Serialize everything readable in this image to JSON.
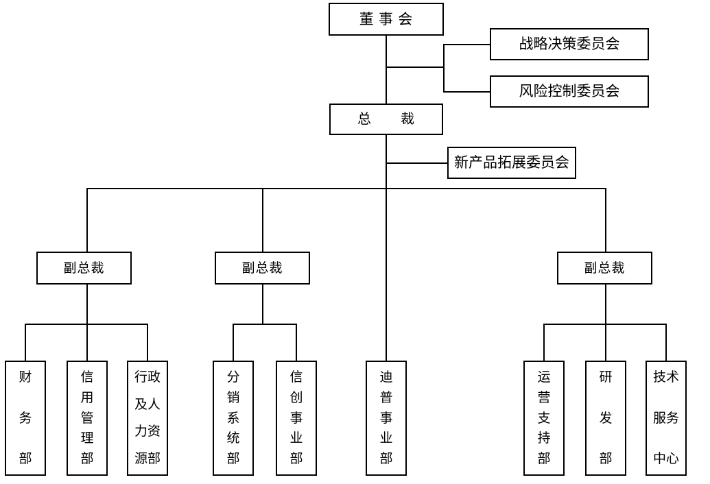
{
  "diagram": {
    "type": "organization-chart",
    "colors": {
      "line": "#000000",
      "box_border": "#000000",
      "background": "#ffffff",
      "text": "#000000"
    },
    "nodes": {
      "board": {
        "label": "董 事 会"
      },
      "strategy_committee": {
        "label": "战略决策委员会"
      },
      "risk_committee": {
        "label": "风险控制委员会"
      },
      "president": {
        "label": "总　　裁"
      },
      "new_product_committee": {
        "label": "新产品拓展委员会"
      },
      "vp_left": {
        "label": "副总裁"
      },
      "vp_middle": {
        "label": "副总裁"
      },
      "vp_right": {
        "label": "副总裁"
      },
      "dept_finance": {
        "label": "财务部",
        "lines": [
          "财",
          "务",
          "部"
        ]
      },
      "dept_credit": {
        "label": "信用管理部",
        "lines": [
          "信",
          "用",
          "管",
          "理",
          "部"
        ]
      },
      "dept_admin_hr": {
        "label": "行政及人力资源部",
        "lines": [
          "行政",
          "及人",
          "力资",
          "源部"
        ]
      },
      "dept_distribution": {
        "label": "分销系统部",
        "lines": [
          "分",
          "销",
          "系",
          "统",
          "部"
        ]
      },
      "dept_xinchuang": {
        "label": "信创事业部",
        "lines": [
          "信",
          "创",
          "事",
          "业",
          "部"
        ]
      },
      "dept_dipu": {
        "label": "迪普事业部",
        "lines": [
          "迪",
          "普",
          "事",
          "业",
          "部"
        ]
      },
      "dept_operations": {
        "label": "运营支持部",
        "lines": [
          "运",
          "营",
          "支",
          "持",
          "部"
        ]
      },
      "dept_rnd": {
        "label": "研发部",
        "lines": [
          "研",
          "发",
          "部"
        ]
      },
      "dept_tech_service": {
        "label": "技术服务中心",
        "lines": [
          "技术",
          "服务",
          "中心"
        ]
      }
    },
    "edges": [
      {
        "from": "board",
        "to": "strategy_committee"
      },
      {
        "from": "board",
        "to": "risk_committee"
      },
      {
        "from": "board",
        "to": "president"
      },
      {
        "from": "president",
        "to": "new_product_committee"
      },
      {
        "from": "president",
        "to": "vp_left"
      },
      {
        "from": "president",
        "to": "vp_middle"
      },
      {
        "from": "president",
        "to": "vp_right"
      },
      {
        "from": "president",
        "to": "dept_dipu"
      },
      {
        "from": "vp_left",
        "to": "dept_finance"
      },
      {
        "from": "vp_left",
        "to": "dept_credit"
      },
      {
        "from": "vp_left",
        "to": "dept_admin_hr"
      },
      {
        "from": "vp_middle",
        "to": "dept_distribution"
      },
      {
        "from": "vp_middle",
        "to": "dept_xinchuang"
      },
      {
        "from": "vp_right",
        "to": "dept_operations"
      },
      {
        "from": "vp_right",
        "to": "dept_rnd"
      },
      {
        "from": "vp_right",
        "to": "dept_tech_service"
      }
    ]
  }
}
